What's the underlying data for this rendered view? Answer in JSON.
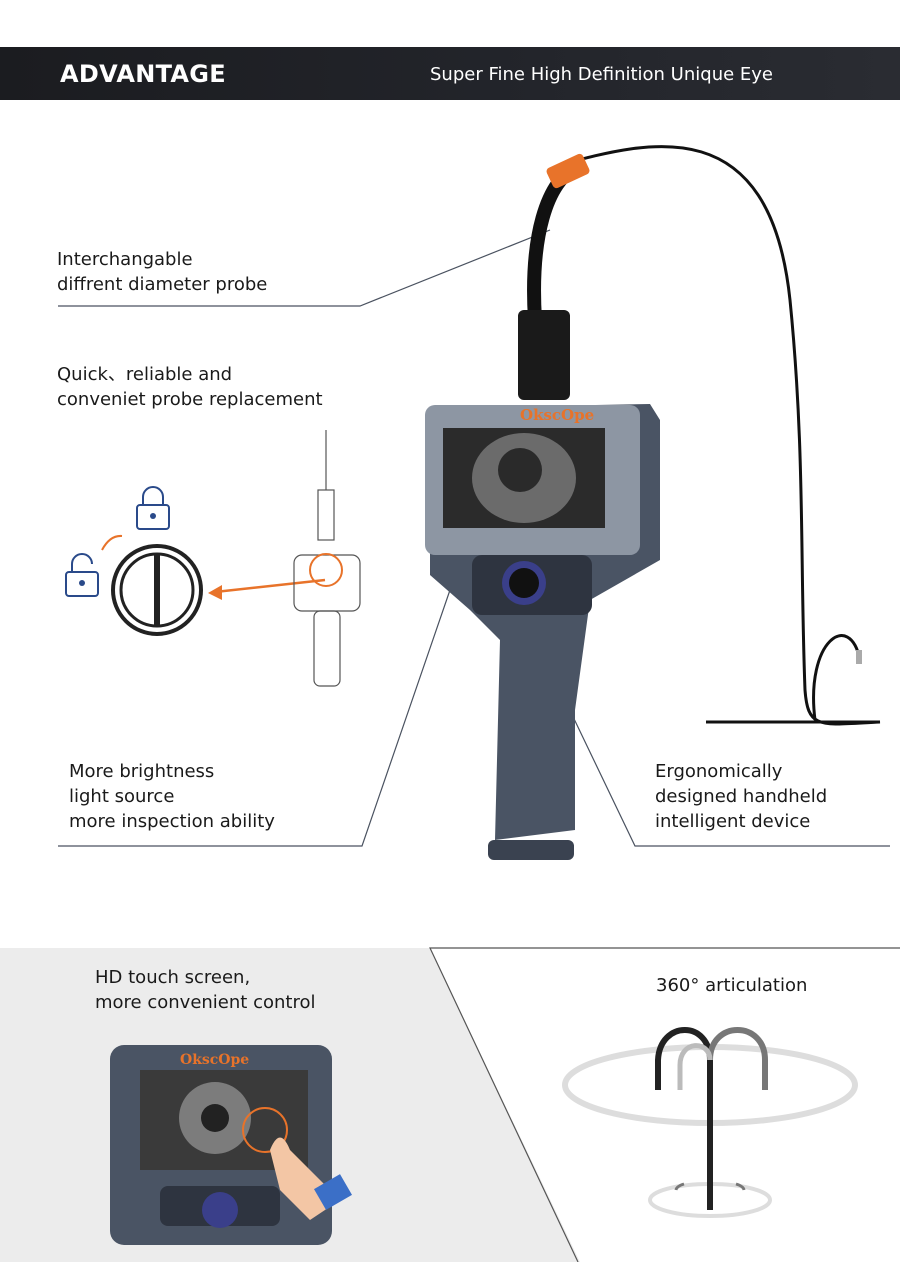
{
  "header": {
    "title": "ADVANTAGE",
    "subtitle": "Super Fine High Definition Unique Eye"
  },
  "features": {
    "probe": "Interchangable\ndiffrent diameter probe",
    "replacement": "Quick、reliable and\nconveniet probe replacement",
    "brightness": "More brightness\nlight source\nmore inspection ability",
    "ergonomic": "Ergonomically\ndesigned handheld\nintelligent device",
    "touch": "HD touch screen,\nmore convenient control",
    "articulation": "360° articulation"
  },
  "brand": {
    "logo": "OkscOpe"
  },
  "colors": {
    "accent": "#e8732a",
    "header": "#1e1f24",
    "lock": "#2a4a8a",
    "panel": "#ececec"
  }
}
